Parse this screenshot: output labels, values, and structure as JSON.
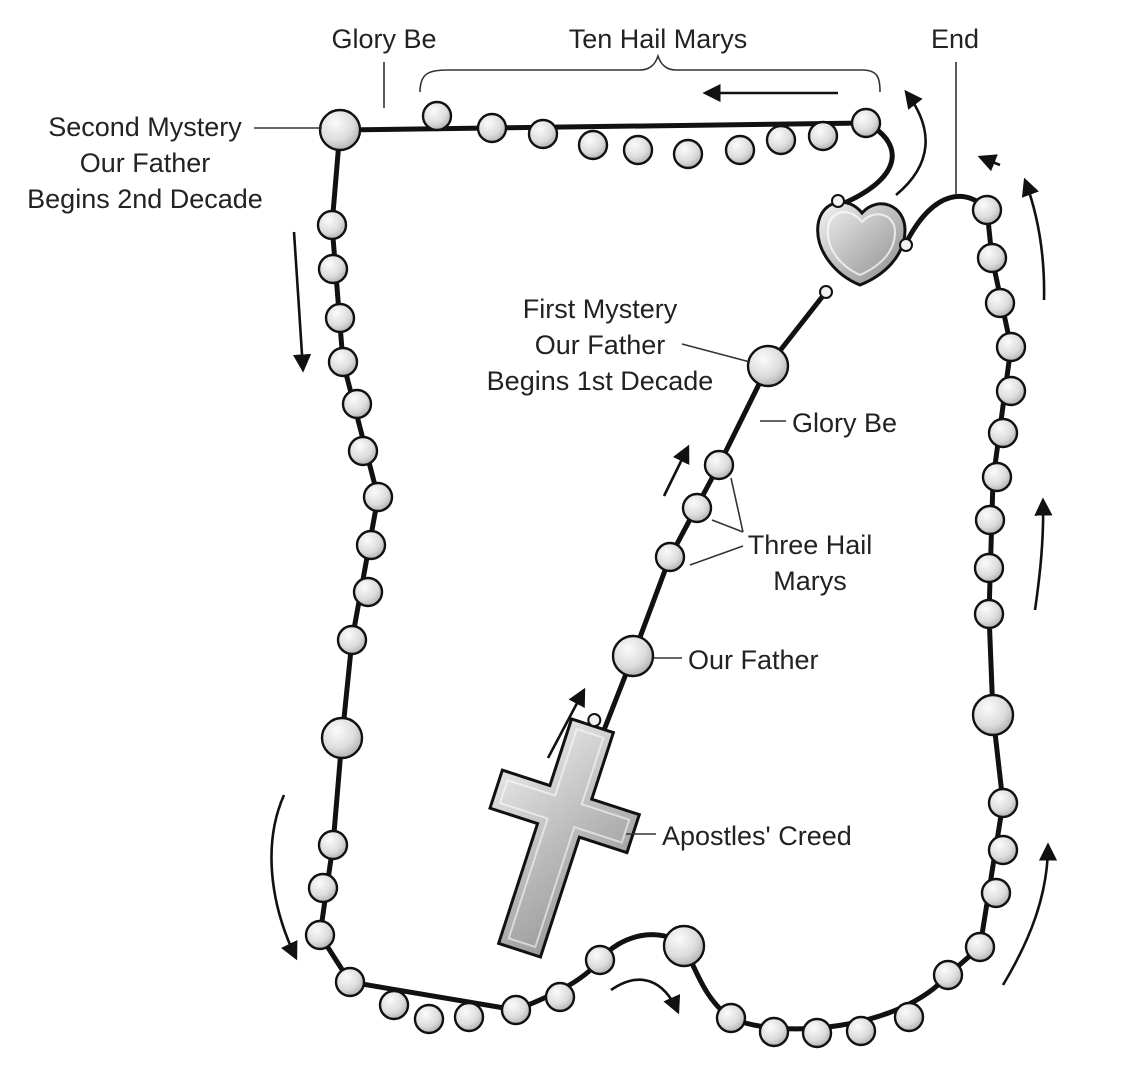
{
  "labels": {
    "glory_be_top": "Glory Be",
    "ten_hail_marys": "Ten Hail Marys",
    "end": "End",
    "second_mystery_line1": "Second Mystery",
    "second_mystery_line2": "Our Father",
    "second_mystery_line3": "Begins 2nd Decade",
    "first_mystery_line1": "First Mystery",
    "first_mystery_line2": "Our Father",
    "first_mystery_line3": "Begins 1st Decade",
    "glory_be_stem": "Glory Be",
    "three_hail_marys_line1": "Three Hail",
    "three_hail_marys_line2": "Marys",
    "our_father": "Our Father",
    "apostles_creed": "Apostles' Creed"
  },
  "colors": {
    "bead_light": "#fbfbfb",
    "bead_mid": "#dcdcdc",
    "bead_dark": "#a9a9a9",
    "chain": "#111111",
    "text": "#222222"
  }
}
